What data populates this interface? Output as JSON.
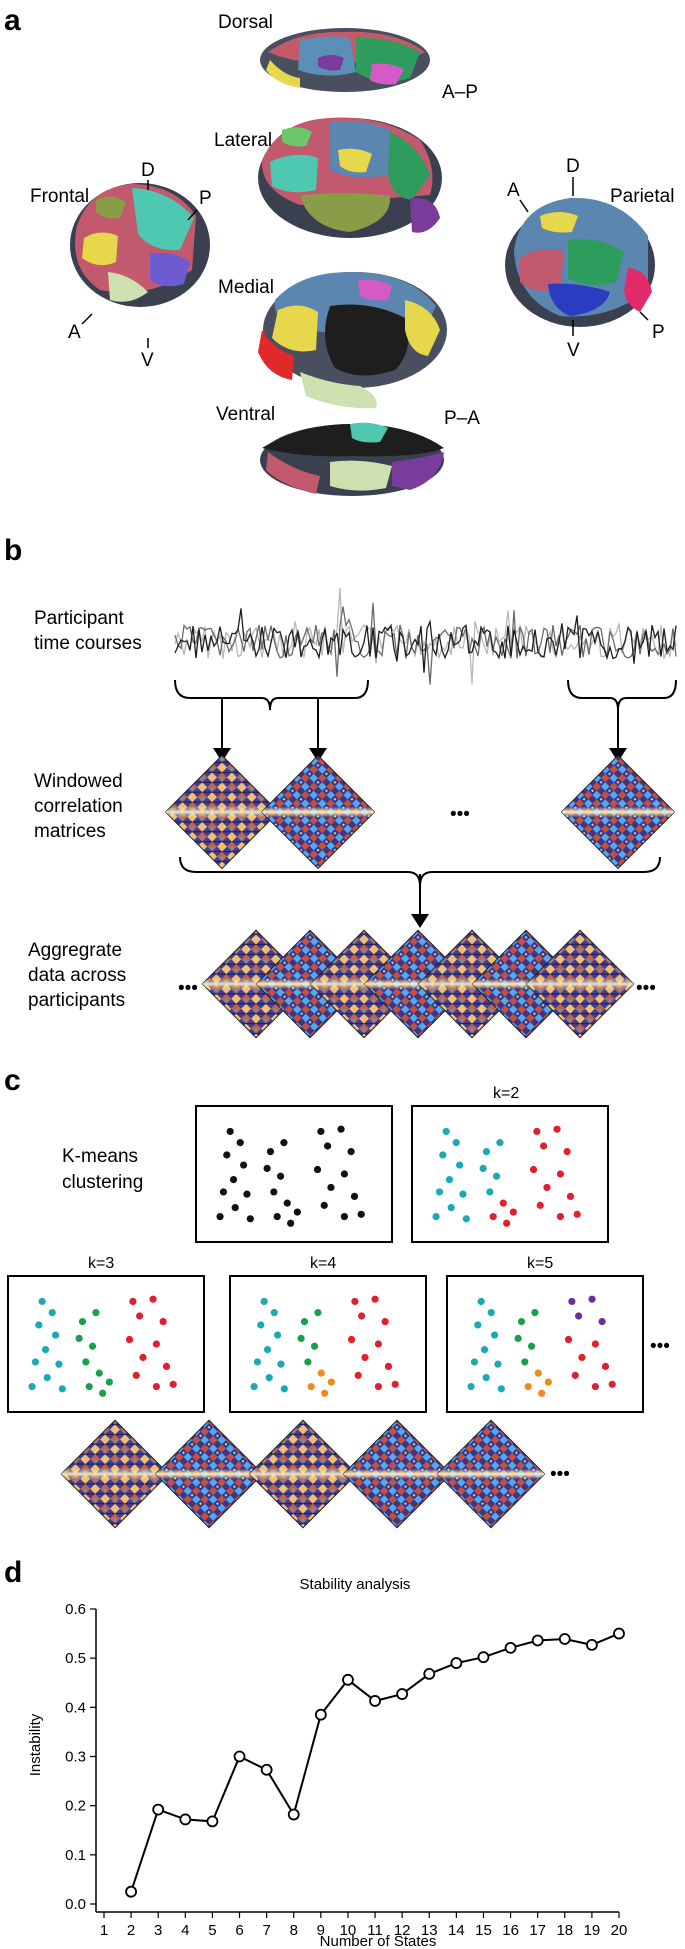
{
  "panel_a": {
    "label": "a",
    "views": {
      "dorsal": "Dorsal",
      "lateral": "Lateral",
      "medial": "Medial",
      "ventral": "Ventral",
      "frontal": "Frontal",
      "parietal": "Parietal"
    },
    "directions": {
      "ap_top": "A–P",
      "pa_bottom": "P–A",
      "d1": "D",
      "p1": "P",
      "a1": "A",
      "v1": "V",
      "a2": "A",
      "d2": "D",
      "v2": "V",
      "p2": "P"
    }
  },
  "panel_b": {
    "label": "b",
    "row1": [
      "Participant",
      "time courses"
    ],
    "row2": [
      "Windowed",
      "correlation",
      "matrices"
    ],
    "row3": [
      "Aggregrate",
      "data across",
      "participants"
    ],
    "ellipsis": "•••"
  },
  "panel_c": {
    "label": "c",
    "method": [
      "K-means",
      "clustering"
    ],
    "k_labels": [
      "k=2",
      "k=3",
      "k=4",
      "k=5"
    ],
    "ellipsis": "•••",
    "colors": {
      "black": "#111111",
      "teal": "#1aa9b5",
      "green": "#18a050",
      "red": "#e0202c",
      "orange": "#f08a1c",
      "purple": "#6c2c9c"
    }
  },
  "panel_d": {
    "label": "d"
  },
  "chart_data": {
    "type": "line",
    "title": "Stability analysis",
    "xlabel": "Number of States",
    "ylabel": "Instability",
    "xlim": [
      1,
      20
    ],
    "ylim": [
      0,
      0.6
    ],
    "xticks": [
      1,
      2,
      3,
      4,
      5,
      6,
      7,
      8,
      9,
      10,
      11,
      12,
      13,
      14,
      15,
      16,
      17,
      18,
      19,
      20
    ],
    "yticks": [
      0.0,
      0.1,
      0.2,
      0.3,
      0.4,
      0.5,
      0.6
    ],
    "ytick_labels": [
      "0.0",
      "0.1",
      "0.2",
      "0.3",
      "0.4",
      "0.5",
      "0.6"
    ],
    "grid": false,
    "marker": "open-circle",
    "x": [
      2,
      3,
      4,
      5,
      6,
      7,
      8,
      9,
      10,
      11,
      12,
      13,
      14,
      15,
      16,
      17,
      18,
      19,
      20
    ],
    "y": [
      0.025,
      0.192,
      0.172,
      0.168,
      0.3,
      0.273,
      0.182,
      0.385,
      0.456,
      0.413,
      0.427,
      0.468,
      0.49,
      0.502,
      0.521,
      0.536,
      0.539,
      0.527,
      0.55
    ]
  }
}
